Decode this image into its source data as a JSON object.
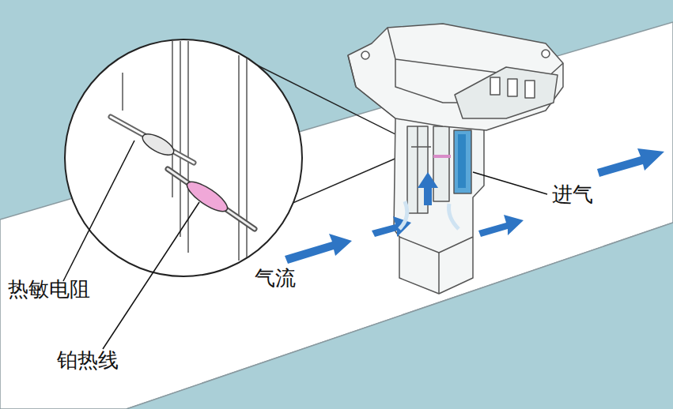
{
  "diagram": {
    "labels": [
      "热敏电阻",
      "铂热线",
      "气流",
      "进气"
    ]
  }
}
